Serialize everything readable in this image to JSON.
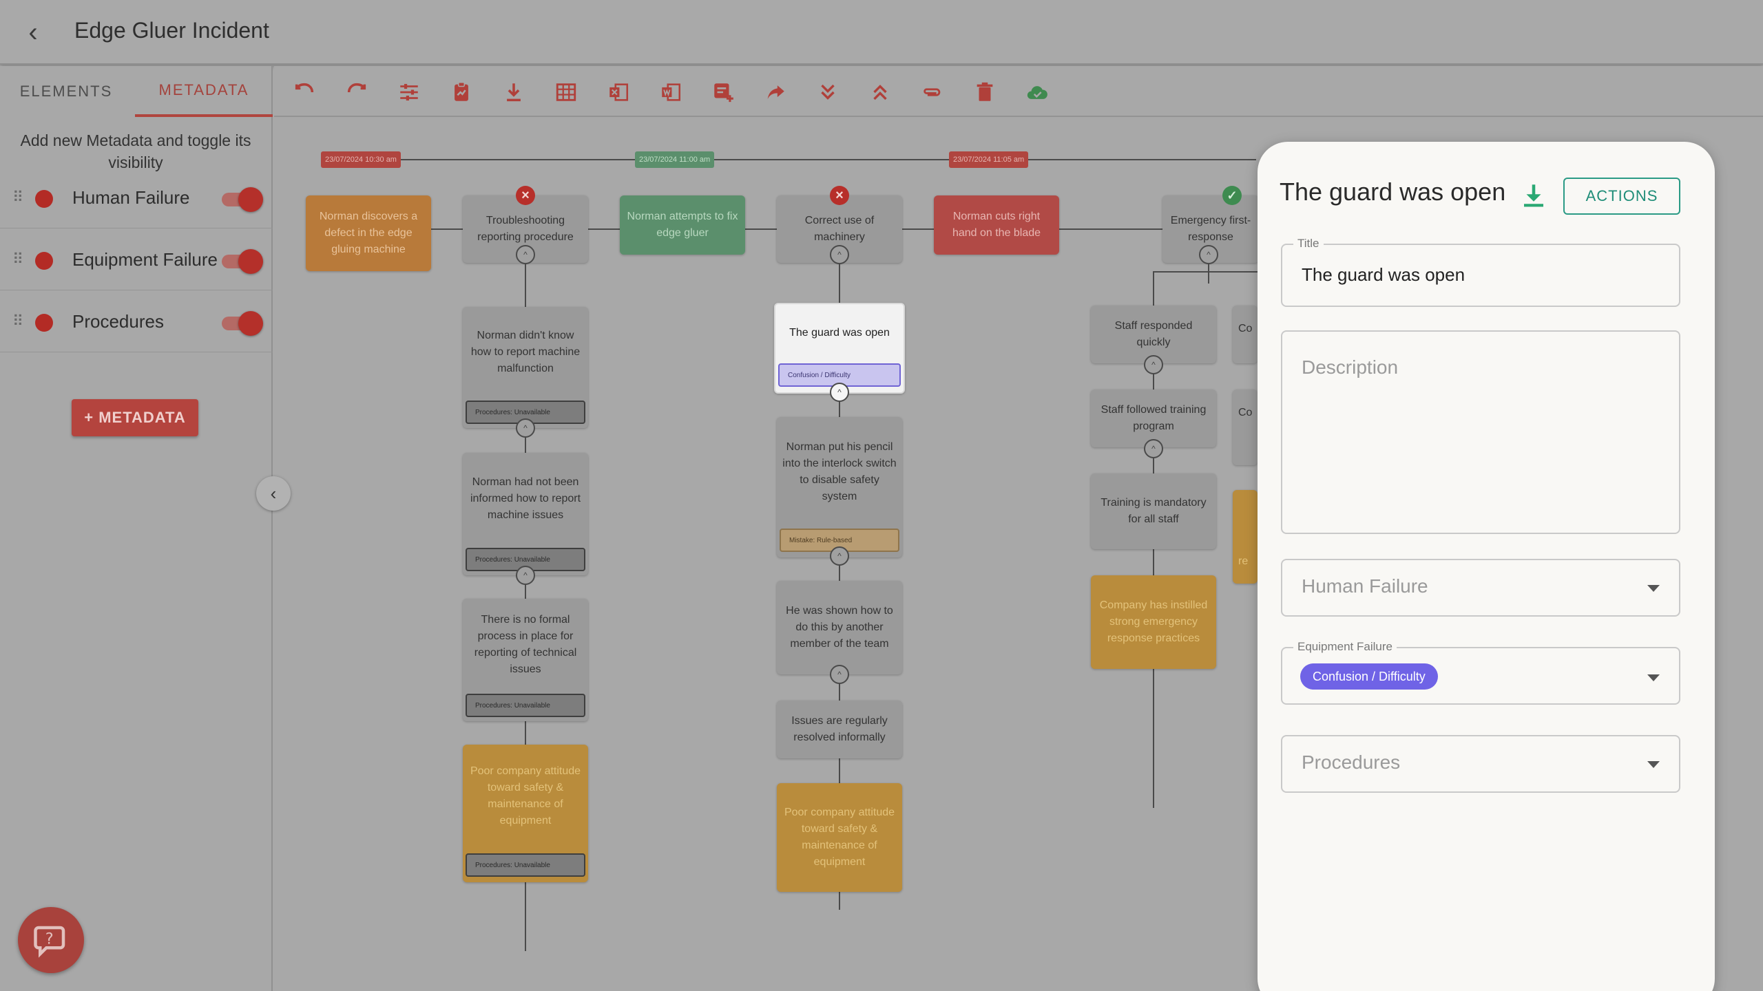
{
  "header": {
    "title": "Edge Gluer Incident"
  },
  "left_panel": {
    "tabs": [
      "ELEMENTS",
      "METADATA"
    ],
    "hint": "Add new Metadata and toggle its visibility",
    "metadata_items": [
      {
        "label": "Human Failure",
        "color": "#b32b25",
        "visible": true
      },
      {
        "label": "Equipment Failure",
        "color": "#b32b25",
        "visible": true
      },
      {
        "label": "Procedures",
        "color": "#b32b25",
        "visible": true
      }
    ],
    "add_button": "+ METADATA"
  },
  "toolbar": {
    "icons": [
      "undo-icon",
      "redo-icon",
      "sliders-icon",
      "report-icon",
      "download-icon",
      "table-icon",
      "excel-icon",
      "word-icon",
      "add-note-icon",
      "share-icon",
      "collapse-all-icon",
      "expand-all-icon",
      "attachment-icon",
      "delete-icon",
      "cloud-check-icon"
    ]
  },
  "canvas": {
    "dates": [
      "23/07/2024 10:30 am",
      "23/07/2024 11:00 am",
      "23/07/2024 11:05 am"
    ],
    "nodes": {
      "n1": "Norman discovers a defect in the edge gluing machine",
      "n2": "Troubleshooting reporting procedure",
      "n3": "Norman attempts to fix edge gluer",
      "n4": "Correct use of machinery",
      "n5": "Norman cuts right hand on the blade",
      "n6": "Emergency first-response",
      "c1": "Norman didn't know how to report machine malfunction",
      "c2": "Norman had not been informed how to report machine issues",
      "c3": "There is no formal process in place for reporting of technical issues",
      "c4": "Poor company attitude toward safety & maintenance of equipment",
      "g1": "The guard was open",
      "g2": "Norman put his pencil into the interlock switch to disable safety system",
      "g3": "He was shown how to do this by another member of the team",
      "g4": "Issues are regularly resolved informally",
      "g5": "Poor company attitude toward safety & maintenance of equipment",
      "e1": "Staff responded quickly",
      "e2": "Staff followed training program",
      "e3": "Training is mandatory for all staff",
      "e4": "Company has instilled strong emergency response practices",
      "p1": "Co",
      "p2": "Co",
      "p3": "re"
    },
    "tags": {
      "procedures": "Procedures: Unavailable",
      "confusion": "Confusion / Difficulty",
      "mistake": "Mistake: Rule-based"
    }
  },
  "right_panel": {
    "title": "The guard was open",
    "actions_label": "ACTIONS",
    "title_field": {
      "legend": "Title",
      "value": "The guard was open"
    },
    "description_field": {
      "placeholder": "Description"
    },
    "human_failure_field": {
      "placeholder": "Human Failure"
    },
    "equipment_failure_field": {
      "legend": "Equipment Failure",
      "chip": "Confusion / Difficulty"
    },
    "procedures_field": {
      "placeholder": "Procedures"
    }
  }
}
